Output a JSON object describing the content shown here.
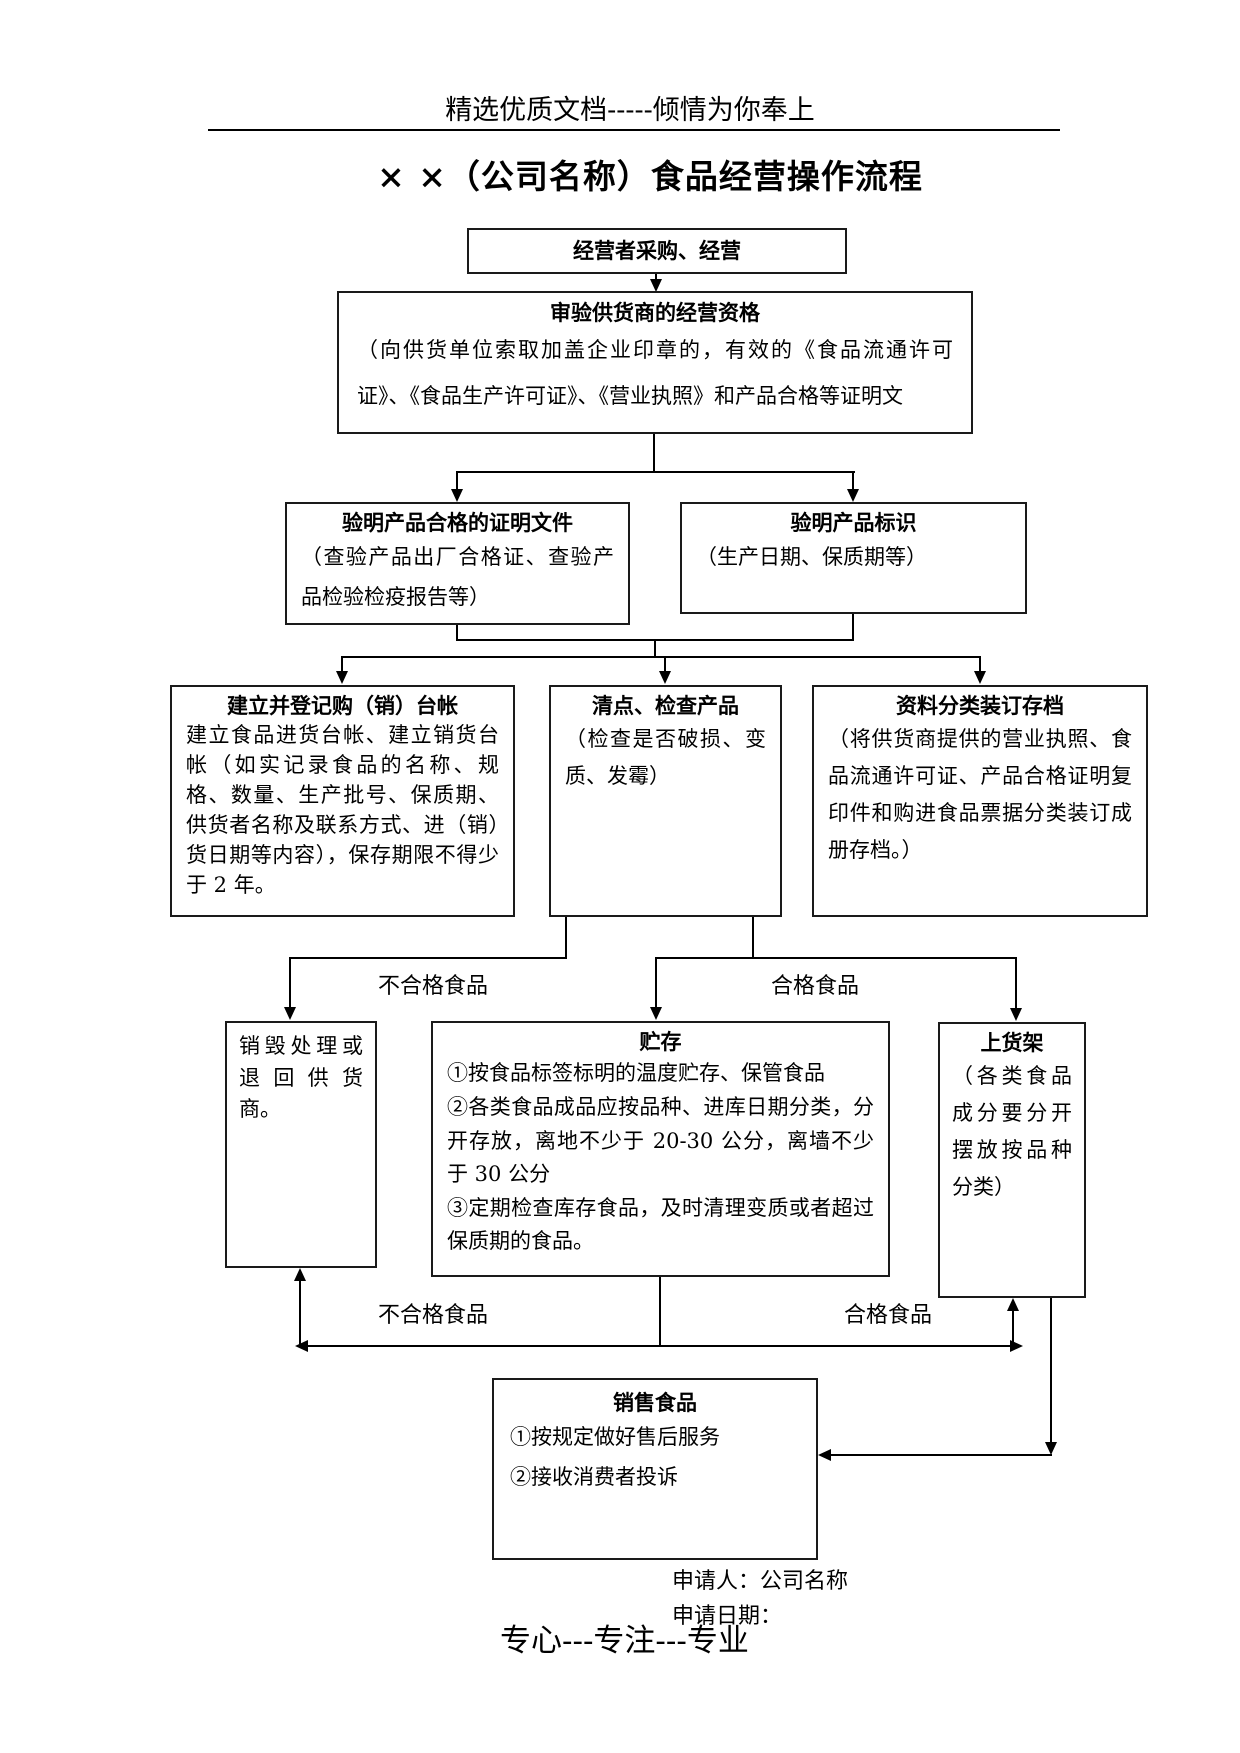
{
  "page": {
    "header_notice": "精选优质文档-----倾情为你奉上",
    "title": "× ×（公司名称）食品经营操作流程",
    "applicant": "申请人：公司名称",
    "apply_date": "申请日期：",
    "slogan": "专心---专注---专业"
  },
  "colors": {
    "ink": "#000000",
    "background": "#ffffff"
  },
  "flowchart": {
    "nodes": {
      "purchase": {
        "title": "经营者采购、经营"
      },
      "verify_supplier": {
        "title": "审验供货商的经营资格",
        "body": "（向供货单位索取加盖企业印章的，有效的《食品流通许可证》、《食品生产许可证》、《营业执照》和产品合格等证明文"
      },
      "verify_cert_docs": {
        "title": "验明产品合格的证明文件",
        "body": "（查验产品出厂合格证、查验产品检验检疫报告等）"
      },
      "verify_label": {
        "title": "验明产品标识",
        "body": "（生产日期、保质期等）"
      },
      "ledger": {
        "title": "建立并登记购（销）台帐",
        "body": "建立食品进货台帐、建立销货台帐（如实记录食品的名称、规格、数量、生产批号、保质期、供货者名称及联系方式、进（销）货日期等内容），保存期限不得少于 2 年。"
      },
      "inspect": {
        "title": "清点、检查产品",
        "body": "（检查是否破损、变质、发霉）"
      },
      "archive": {
        "title": "资料分类装订存档",
        "body": "（将供货商提供的营业执照、食品流通许可证、产品合格证明复印件和购进食品票据分类装订成册存档。）"
      },
      "destroy": {
        "body": "销毁处理或退回供货商。"
      },
      "storage": {
        "title": "贮存",
        "lines": [
          "①按食品标签标明的温度贮存、保管食品",
          "②各类食品成品应按品种、进库日期分类，分开存放，离地不少于 20-30 公分，离墙不少于 30 公分",
          "③定期检查库存食品，及时清理变质或者超过保质期的食品。"
        ]
      },
      "shelf": {
        "title": "上货架",
        "body": "（各类食品成分要分开摆放按品种分类）"
      },
      "sell": {
        "title": "销售食品",
        "lines": [
          "①按规定做好售后服务",
          "②接收消费者投诉"
        ]
      }
    },
    "edge_labels": {
      "unqualified_upper": "不合格食品",
      "qualified_upper": "合格食品",
      "unqualified_lower": "不合格食品",
      "qualified_lower": "合格食品"
    }
  }
}
